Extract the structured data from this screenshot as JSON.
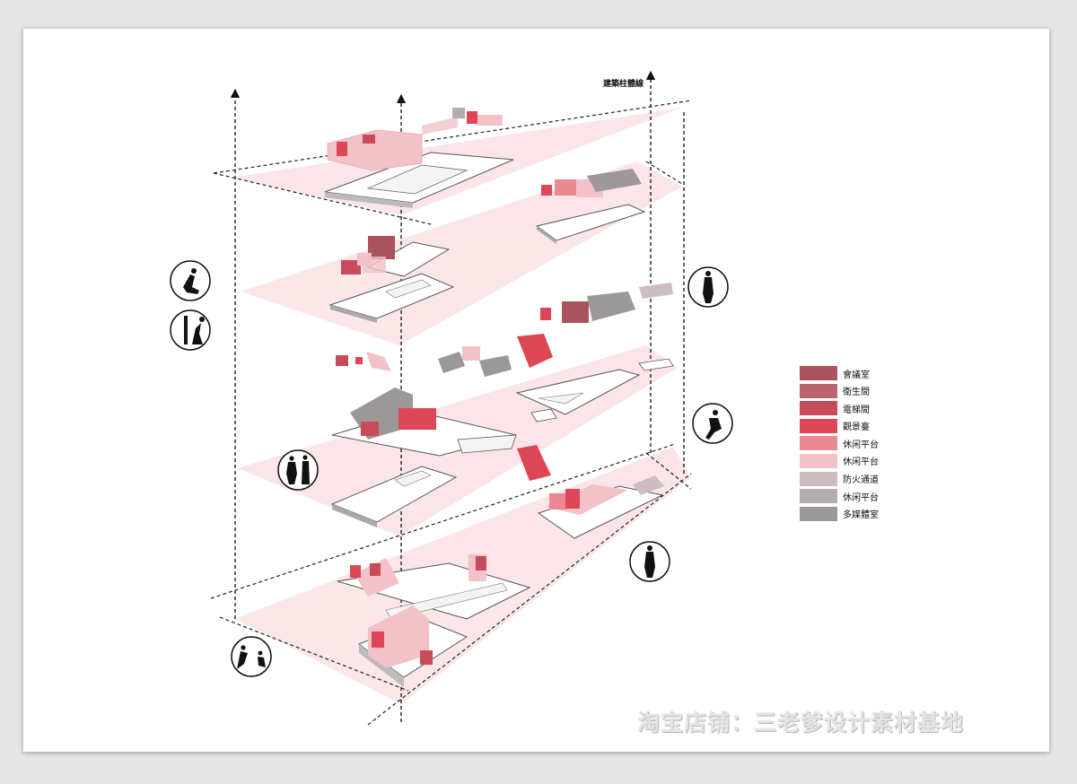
{
  "diagram": {
    "column_label": "建築柱體線",
    "legend": [
      {
        "label": "會議室",
        "color": "#a9545c"
      },
      {
        "label": "衛生間",
        "color": "#b96570"
      },
      {
        "label": "電梯間",
        "color": "#c94a58"
      },
      {
        "label": "觀景臺",
        "color": "#dd4655"
      },
      {
        "label": "休闲平台",
        "color": "#e98a93"
      },
      {
        "label": "休闲平台",
        "color": "#f2c2c8"
      },
      {
        "label": "防火通道",
        "color": "#cdbcc0"
      },
      {
        "label": "休闲平台",
        "color": "#b4acae"
      },
      {
        "label": "多媒體室",
        "color": "#9c9798"
      }
    ],
    "icons": [
      "person-lounging-icon",
      "people-stretching-icon",
      "standing-person-icon",
      "seated-person-icon",
      "standing-couple-icon",
      "standing-person-icon",
      "people-playing-icon"
    ],
    "colors": {
      "floor_plane": "#fbe3e6",
      "room_dark": "#a9545c",
      "room_red": "#dd4655",
      "room_pink": "#f2c2c8",
      "room_gray": "#9c9798"
    }
  },
  "watermark": "淘宝店铺：三老爹设计素材基地"
}
